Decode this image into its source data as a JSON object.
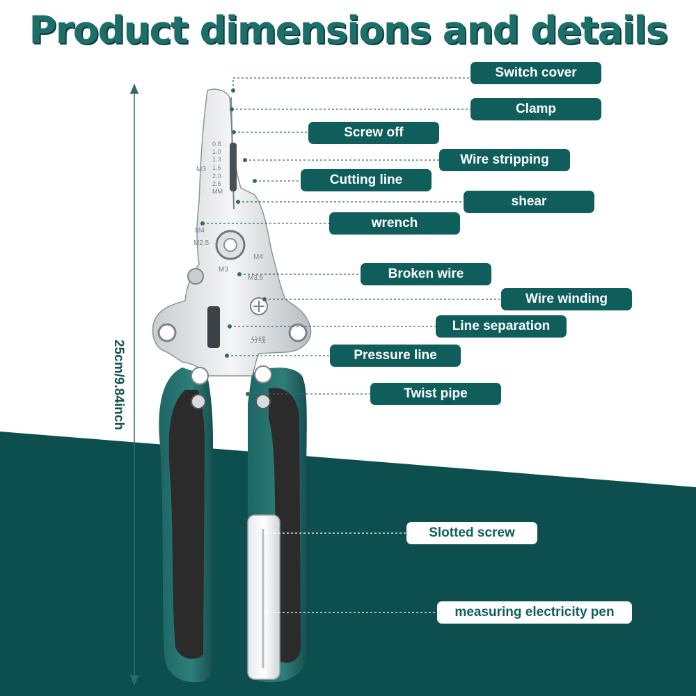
{
  "title": "Product dimensions and details",
  "dimension": {
    "label": "25cm/9.84inch"
  },
  "head_markings": [
    "0.8",
    "1.0",
    "1.3",
    "1.6",
    "2.0",
    "2.6",
    "MM",
    "M3",
    "M4",
    "M2.5",
    "M3",
    "M4",
    "M3.5",
    "分线"
  ],
  "callouts": [
    {
      "id": "switch-cover",
      "label": "Switch cover"
    },
    {
      "id": "clamp",
      "label": "Clamp"
    },
    {
      "id": "screw-off",
      "label": "Screw off"
    },
    {
      "id": "wire-stripping",
      "label": "Wire stripping"
    },
    {
      "id": "cutting-line",
      "label": "Cutting line"
    },
    {
      "id": "shear",
      "label": "shear"
    },
    {
      "id": "wrench",
      "label": "wrench"
    },
    {
      "id": "broken-wire",
      "label": "Broken wire"
    },
    {
      "id": "wire-winding",
      "label": "Wire winding"
    },
    {
      "id": "line-separation",
      "label": "Line separation"
    },
    {
      "id": "pressure-line",
      "label": "Pressure line"
    },
    {
      "id": "twist-pipe",
      "label": "Twist pipe"
    },
    {
      "id": "slotted-screw",
      "label": "Slotted screw"
    },
    {
      "id": "measuring-electricity-pen",
      "label": "measuring electricity pen"
    }
  ],
  "colors": {
    "teal_dark": "#0d4e4e",
    "teal": "#1c6e6a",
    "handle_black": "#2b2b2b",
    "callout_bg": "#0f5e5c"
  }
}
